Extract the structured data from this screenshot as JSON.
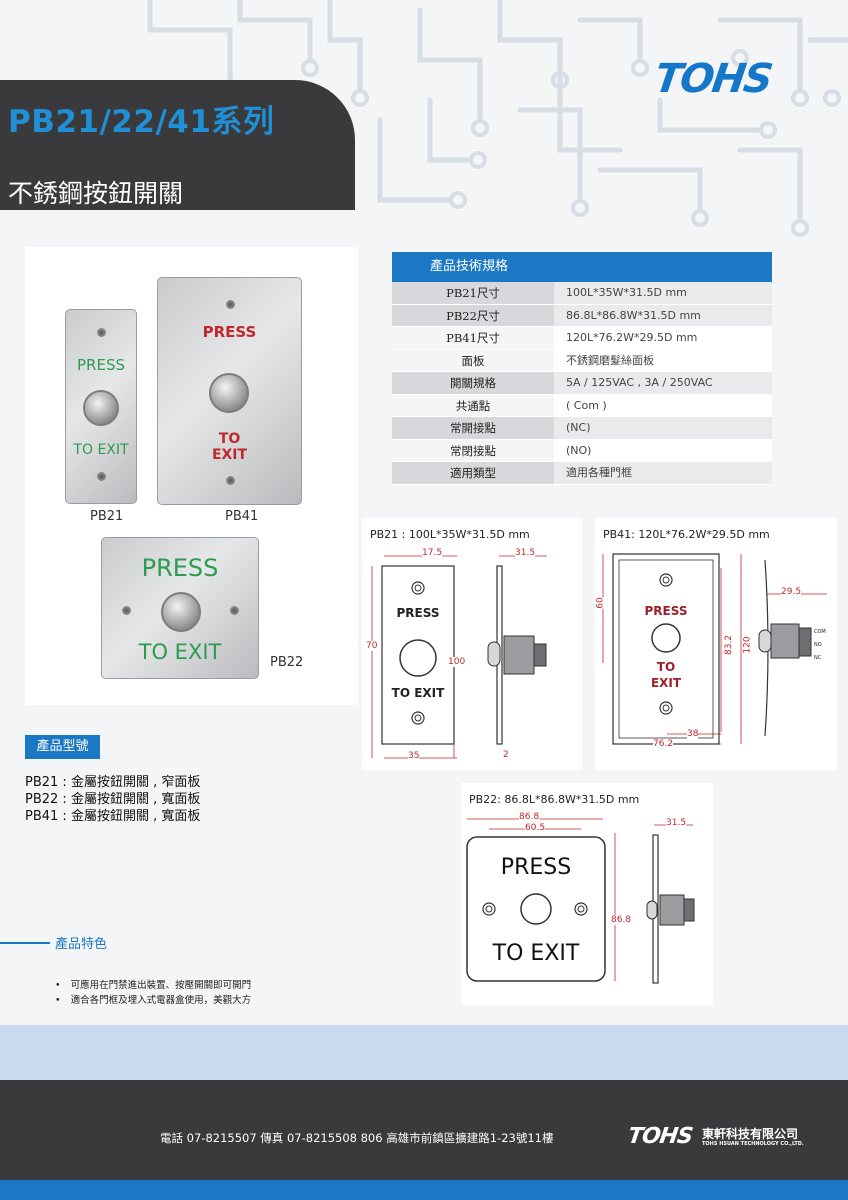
{
  "header": {
    "series_title": "PB21/22/41系列",
    "subtitle": "不銹鋼按鈕開關",
    "brand": "TOHS"
  },
  "photos": {
    "pb21": {
      "press": "PRESS",
      "to_exit": "TO EXIT",
      "caption": "PB21"
    },
    "pb41": {
      "press": "PRESS",
      "to": "TO",
      "exit": "EXIT",
      "caption": "PB41"
    },
    "pb22": {
      "press": "PRESS",
      "to_exit": "TO EXIT",
      "caption": "PB22"
    }
  },
  "specs": {
    "heading": "產品技術規格",
    "rows": [
      {
        "label": "PB21尺寸",
        "value": "100L*35W*31.5D mm"
      },
      {
        "label": "PB22尺寸",
        "value": "86.8L*86.8W*31.5D mm"
      },
      {
        "label": "PB41尺寸",
        "value": "120L*76.2W*29.5D mm"
      },
      {
        "label": "面板",
        "value": "不銹鋼磨髮絲面板"
      },
      {
        "label": "開關規格",
        "value": "5A / 125VAC , 3A / 250VAC"
      },
      {
        "label": "共通點",
        "value": "( Com )"
      },
      {
        "label": "常開接點",
        "value": "(NC)"
      },
      {
        "label": "常閉接點",
        "value": "(NO)"
      },
      {
        "label": "適用類型",
        "value": "適用各種門框"
      }
    ]
  },
  "diagrams": {
    "pb21": {
      "title": "PB21 : 100L*35W*31.5D  mm",
      "dim_width_top": "17.5",
      "dim_depth": "31.5",
      "dim_hole": "70",
      "dim_height": "100",
      "dim_width": "35",
      "dim_thickness": "2",
      "press": "PRESS",
      "to_exit": "TO EXIT"
    },
    "pb41": {
      "title": "PB41: 120L*76.2W*29.5D  mm",
      "dim_top": "60",
      "dim_depth": "29.5",
      "dim_mid": "83.2",
      "dim_height": "120",
      "dim_half": "38",
      "dim_width": "76.2",
      "press": "PRESS",
      "to": "TO",
      "exit": "EXIT",
      "com": "COM",
      "no": "NO",
      "nc": "NC"
    },
    "pb22": {
      "title": "PB22: 86.8L*86.8W*31.5D  mm",
      "dim_width": "86.8",
      "dim_holes": "60.5",
      "dim_depth": "31.5",
      "dim_height": "86.8",
      "press": "PRESS",
      "to_exit": "TO EXIT"
    }
  },
  "models": {
    "heading": "產品型號",
    "items": [
      "PB21 : 金屬按鈕開關 , 窄面板",
      "PB22 : 金屬按鈕開關 , 寬面板",
      "PB41 : 金屬按鈕開關 , 寬面板"
    ]
  },
  "features": {
    "heading": "產品特色",
    "items": [
      "可應用在門禁進出裝置、按壓開關即可開門",
      "適合各門框及埋入式電器盒使用，美觀大方"
    ]
  },
  "footer": {
    "contact": "電話  07-8215507   傳真  07-8215508    806  高雄市前鎮區擴建路1-23號11樓",
    "logo": "TOHS",
    "company": "東軒科技有限公司",
    "company_en": "TOHS HSUAN TECHNOLOGY CO.,LTD."
  },
  "colors": {
    "accent_blue": "#1b78c4",
    "dark_gray": "#3a3a3c",
    "press_green": "#2e9b4e",
    "press_red": "#c0282e"
  }
}
